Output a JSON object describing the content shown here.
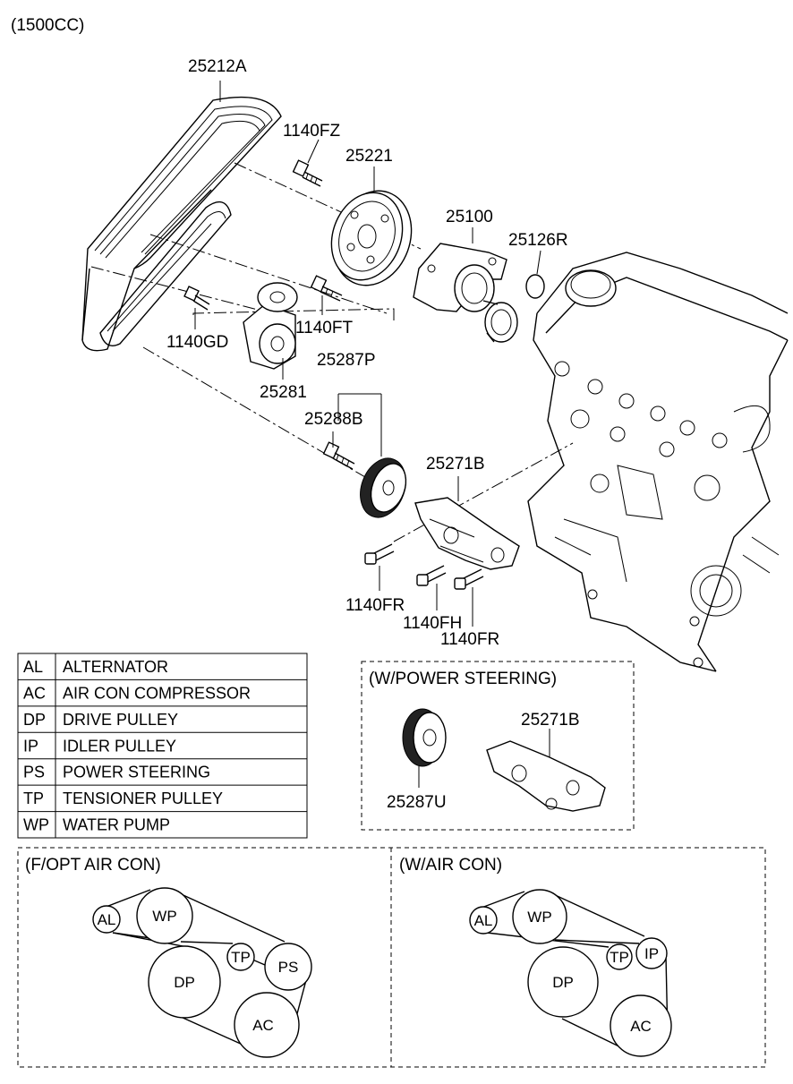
{
  "header": {
    "engine": "(1500CC)"
  },
  "parts": {
    "belt": "25212A",
    "bolt_1140FZ": "1140FZ",
    "pulley_25221": "25221",
    "water_pump": "25100",
    "gasket": "25126R",
    "bolt_1140FT": "1140FT",
    "bolt_1140GD": "1140GD",
    "tensioner": "25281",
    "idler_assy": "25287P",
    "bolt_25288B": "25288B",
    "bracket": "25271B",
    "bolt_1140FR_a": "1140FR",
    "bolt_1140FH": "1140FH",
    "bolt_1140FR_b": "1140FR"
  },
  "legend": [
    {
      "code": "AL",
      "name": "ALTERNATOR"
    },
    {
      "code": "AC",
      "name": "AIR CON COMPRESSOR"
    },
    {
      "code": "DP",
      "name": "DRIVE PULLEY"
    },
    {
      "code": "IP",
      "name": "IDLER PULLEY"
    },
    {
      "code": "PS",
      "name": "POWER STEERING"
    },
    {
      "code": "TP",
      "name": "TENSIONER PULLEY"
    },
    {
      "code": "WP",
      "name": "WATER PUMP"
    }
  ],
  "power_steering_box": {
    "title": "(W/POWER STEERING)",
    "pulley_label": "25287U",
    "bracket_label": "25271B"
  },
  "routing": {
    "fopt": {
      "title": "(F/OPT AIR CON)",
      "nodes": {
        "al": "AL",
        "wp": "WP",
        "tp": "TP",
        "ps": "PS",
        "dp": "DP",
        "ac": "AC"
      }
    },
    "wac": {
      "title": "(W/AIR CON)",
      "nodes": {
        "al": "AL",
        "wp": "WP",
        "tp": "TP",
        "ip": "IP",
        "dp": "DP",
        "ac": "AC"
      }
    }
  }
}
